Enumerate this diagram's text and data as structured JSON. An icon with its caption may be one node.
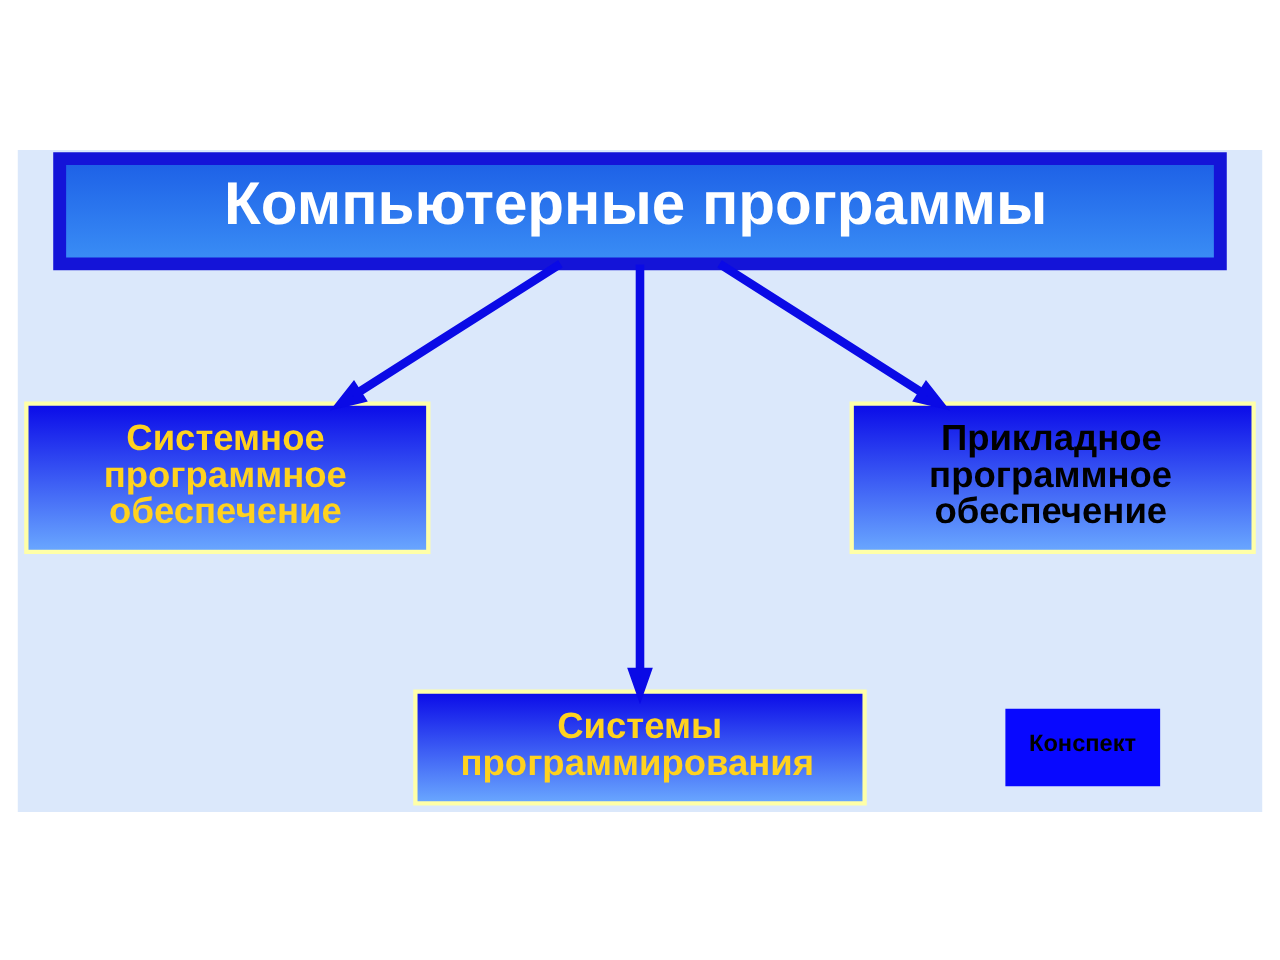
{
  "diagram": {
    "nodes": [
      {
        "text": [
          "Компьютерные программы"
        ]
      },
      {
        "text": [
          "Системное программное обеспечение"
        ]
      },
      {
        "text": [
          "Прикладное программное обеспечение"
        ]
      },
      {
        "text": [
          "Системы программирования"
        ]
      }
    ],
    "edges": [
      {
        "from": 0,
        "to": 1,
        "arrow": "to"
      },
      {
        "from": 0,
        "to": 3,
        "arrow": "to"
      },
      {
        "from": 0,
        "to": 2,
        "arrow": "to"
      }
    ],
    "labels": [
      "Конспект"
    ]
  }
}
